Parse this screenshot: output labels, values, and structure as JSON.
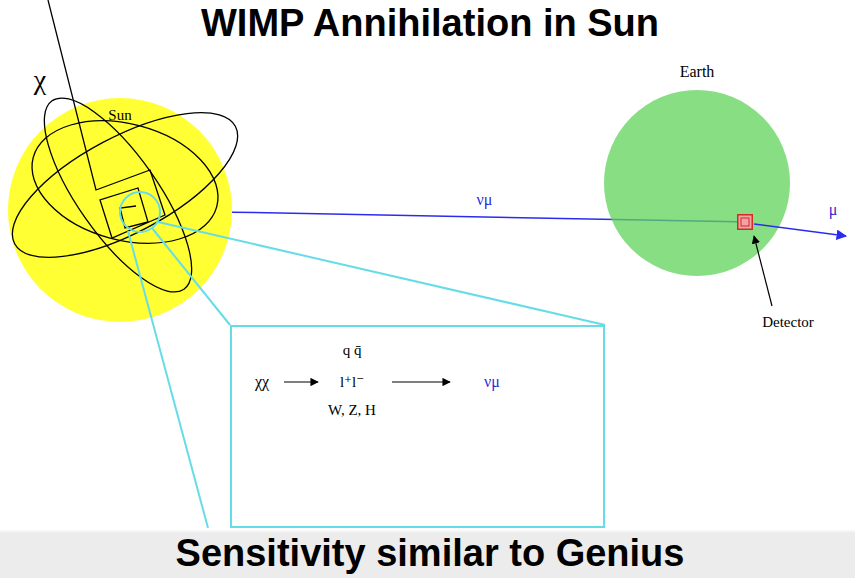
{
  "diagram": {
    "title": "WIMP Annihilation in Sun",
    "caption": "Sensitivity similar to Genius",
    "nodes": [
      {
        "text": [
          "Sun"
        ]
      },
      {
        "text": [
          "Earth"
        ]
      },
      {
        "text": [
          "Detector"
        ],
        "in": 1
      },
      {
        "text": [
          "χχ",
          "q q̄",
          "l⁺l⁻",
          "W, Z, H",
          "νμ"
        ]
      }
    ],
    "edges": [
      {
        "from": 0,
        "to": 2,
        "label": "νμ",
        "arrow": "none"
      }
    ],
    "labels": [
      "χ",
      "μ"
    ]
  }
}
